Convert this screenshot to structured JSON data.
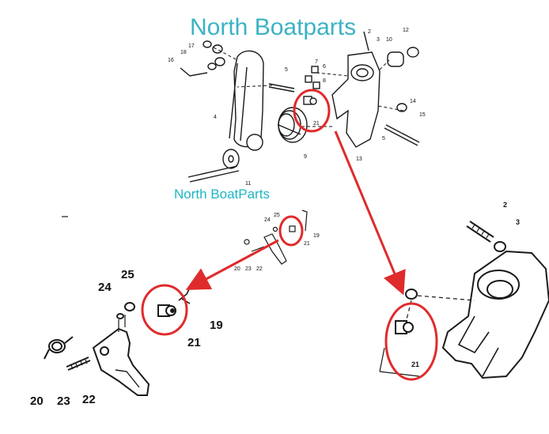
{
  "watermarks": {
    "top": "North Boatparts",
    "middle": "North BoatParts"
  },
  "colors": {
    "highlight": "#e02b2b",
    "watermark": "#3bb3c3",
    "line": "#1a1a1a"
  },
  "top_diagram": {
    "labels": [
      "2",
      "3",
      "12",
      "17",
      "18",
      "16",
      "5",
      "7",
      "6",
      "8",
      "10",
      "21",
      "4",
      "14",
      "15",
      "9",
      "5",
      "13",
      "11"
    ]
  },
  "mid_diagram": {
    "labels": [
      "24",
      "25",
      "19",
      "21",
      "20",
      "23",
      "22"
    ]
  },
  "left_detail": {
    "labels": [
      "25",
      "24",
      "19",
      "21",
      "20",
      "23",
      "22"
    ]
  },
  "right_detail": {
    "labels": [
      "2",
      "3",
      "21"
    ]
  },
  "highlighted_part": "21"
}
